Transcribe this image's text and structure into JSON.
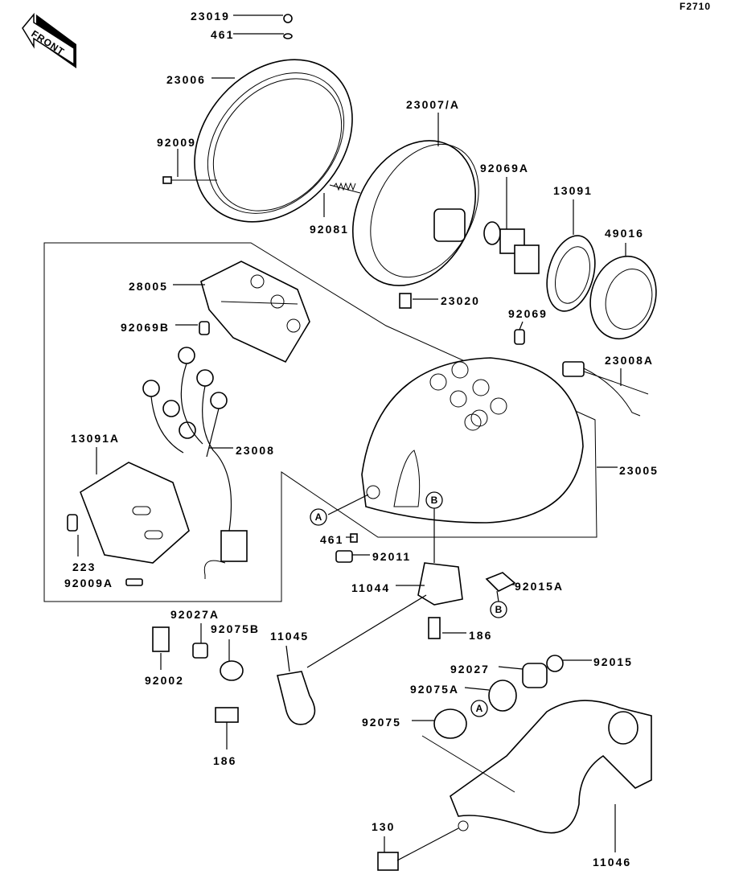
{
  "diagram_id": "F2710",
  "front_arrow": "FRONT",
  "parts": [
    "23019",
    "461",
    "23006",
    "23007/A",
    "92009",
    "92081",
    "92069A",
    "13091",
    "49016",
    "28005",
    "23020",
    "92069B",
    "92069",
    "23008A",
    "13091A",
    "23008",
    "23005",
    "461",
    "92011",
    "223",
    "92009A",
    "11044",
    "92015A",
    "92027A",
    "92075B",
    "11045",
    "186",
    "92015",
    "92002",
    "92027",
    "92075A",
    "92075",
    "186",
    "130",
    "11046"
  ],
  "refs": [
    "A",
    "B",
    "B",
    "A"
  ]
}
